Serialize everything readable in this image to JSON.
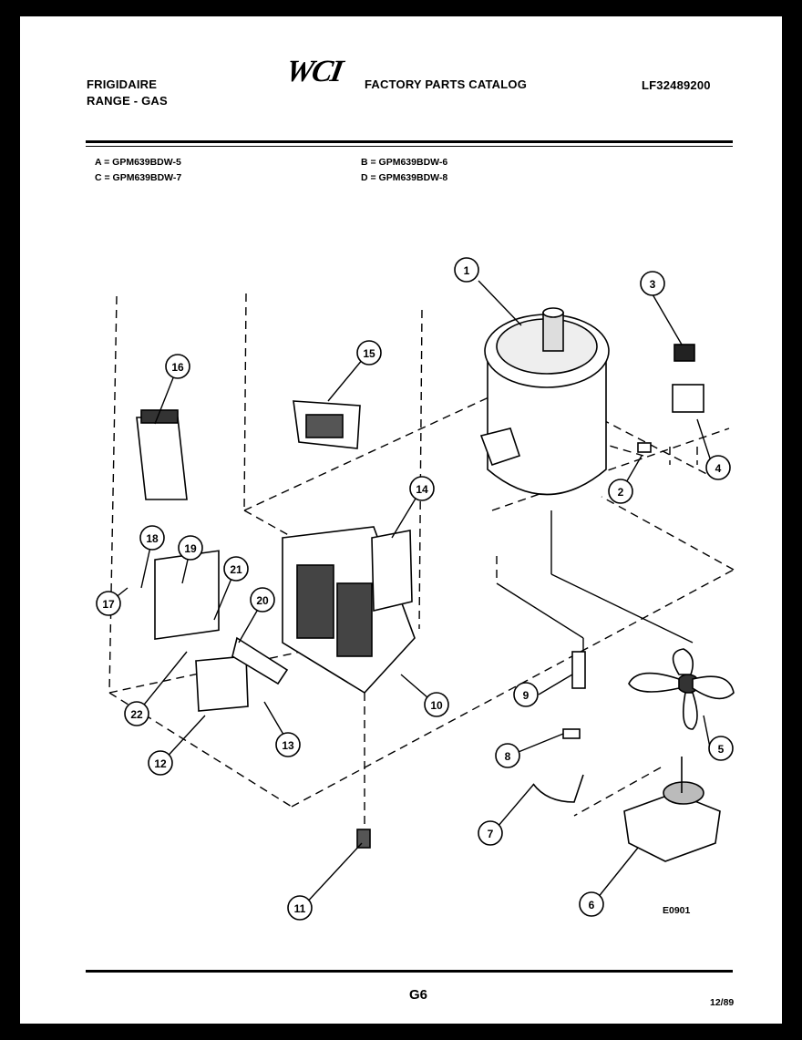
{
  "header": {
    "brand": "FRIGIDAIRE",
    "product": "RANGE - GAS",
    "logo_text": "WCI",
    "catalog_title": "FACTORY PARTS CATALOG",
    "catalog_number": "LF32489200"
  },
  "models": {
    "a": "A = GPM639BDW-5",
    "b": "B = GPM639BDW-6",
    "c": "C = GPM639BDW-7",
    "d": "D = GPM639BDW-8"
  },
  "diagram": {
    "drawing_code": "E0901",
    "callouts": [
      "1",
      "2",
      "3",
      "4",
      "5",
      "6",
      "7",
      "8",
      "9",
      "10",
      "11",
      "12",
      "13",
      "14",
      "15",
      "16",
      "17",
      "18",
      "19",
      "20",
      "21",
      "22"
    ]
  },
  "footer": {
    "page_code": "G6",
    "date": "12/89"
  }
}
